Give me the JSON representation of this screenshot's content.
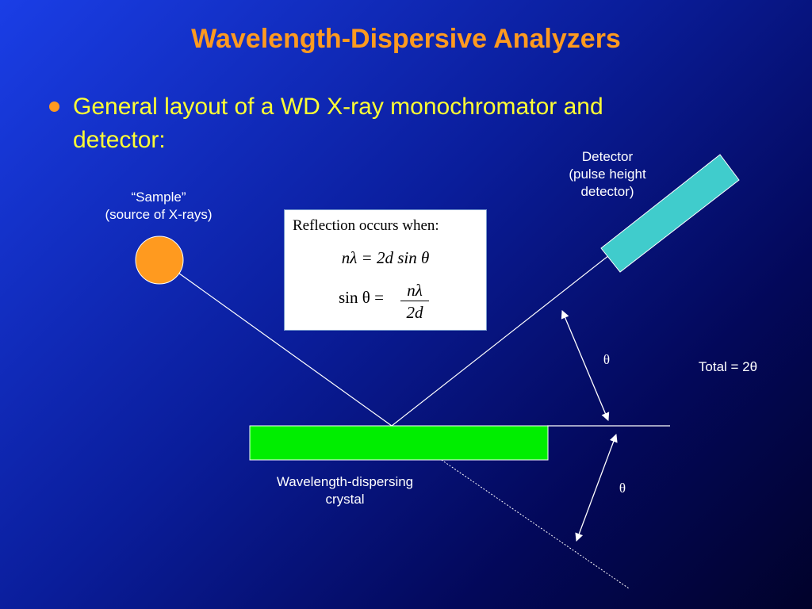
{
  "title": "Wavelength-Dispersive Analyzers",
  "bullet": "General layout of a WD X-ray monochromator and detector:",
  "labels": {
    "sample_line1": "“Sample”",
    "sample_line2": "(source of X-rays)",
    "detector_line1": "Detector",
    "detector_line2": "(pulse height",
    "detector_line3": "detector)",
    "crystal_line1": "Wavelength-dispersing",
    "crystal_line2": "crystal",
    "theta_upper": "θ",
    "theta_lower": "θ",
    "total": "Total = 2θ"
  },
  "formula": {
    "heading": "Reflection occurs when:",
    "eq1": "nλ = 2d sin θ",
    "eq2_left": "sin θ =",
    "eq2_num": "nλ",
    "eq2_den": "2d"
  },
  "colors": {
    "title": "#ff9a1f",
    "bullet_text": "#ffff33",
    "sample": "#ff9a1f",
    "detector": "#40cccc",
    "crystal": "#00ee00"
  }
}
